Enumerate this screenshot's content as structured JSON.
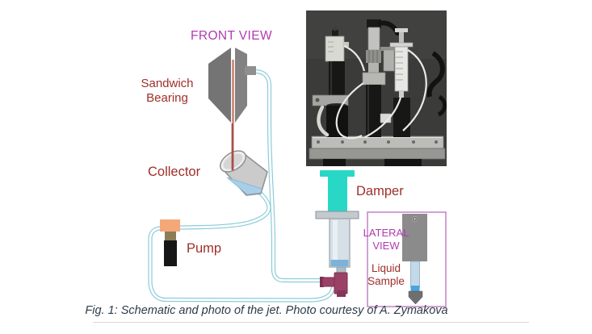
{
  "figure": {
    "caption": "Fig. 1: Schematic and photo of the jet. Photo courtesy of A. Zymakova"
  },
  "schematic": {
    "front_view_label": "FRONT VIEW",
    "labels": {
      "sandwich_bearing": "Sandwich\nBearing",
      "collector": "Collector",
      "pump": "Pump",
      "damper": "Damper"
    },
    "lateral": {
      "title": "LATERAL\nVIEW",
      "liquid_sample": "Liquid\nSample"
    }
  },
  "colors": {
    "label_red": "#9d2f29",
    "label_magenta": "#b23ab2",
    "caption_text": "#2d3b49",
    "tube_outline": "#8cccd8",
    "jet_red": "#a84f45",
    "jet_light": "#cd8a7e",
    "damper_cyan": "#29d7c7",
    "pump_orange": "#f4a877",
    "pump_khaki": "#8b7d55",
    "connector_maroon": "#9c4166",
    "bearing_gray_left": "#747474",
    "bearing_gray_right": "#828282",
    "lateral_box_border": "#c482c4",
    "photo_background": "#3b3b39",
    "liquid_blue": "#a9cfe8"
  }
}
